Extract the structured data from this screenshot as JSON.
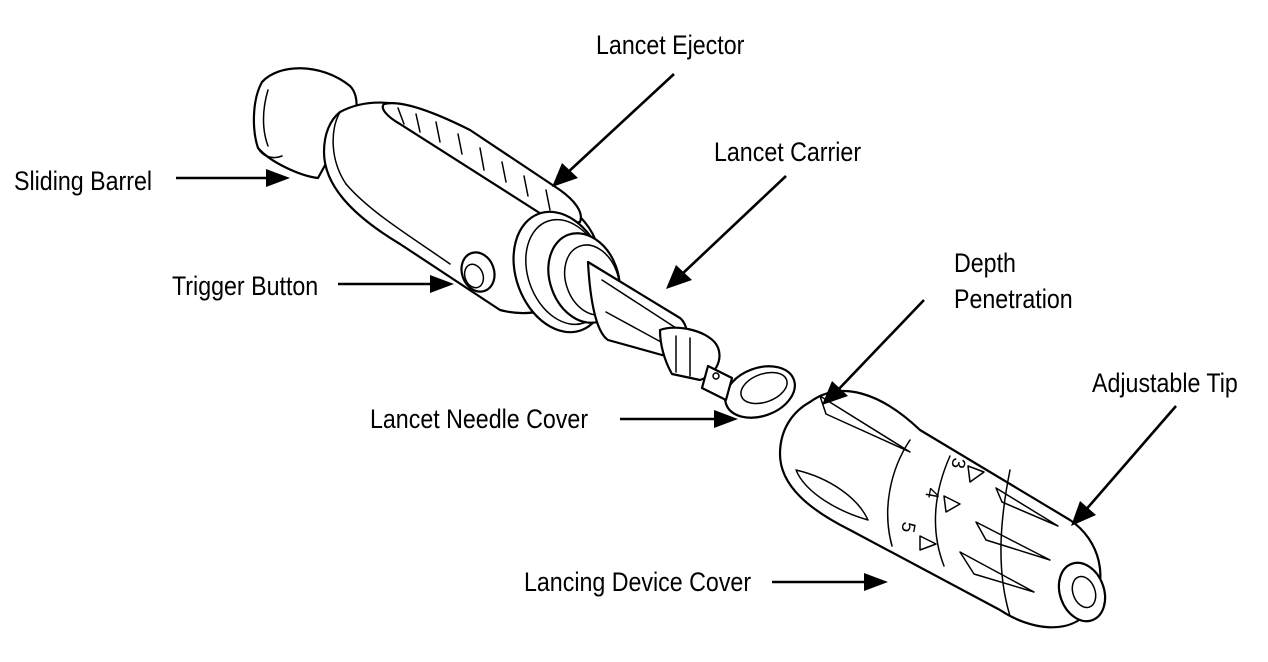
{
  "callouts": {
    "lancet_ejector": "Lancet Ejector",
    "lancet_carrier": "Lancet Carrier",
    "sliding_barrel": "Sliding Barrel",
    "trigger_button": "Trigger Button",
    "depth_penetration_line1": "Depth",
    "depth_penetration_line2": "Penetration",
    "adjustable_tip": "Adjustable Tip",
    "lancet_needle_cover": "Lancet Needle Cover",
    "lancing_device_cover": "Lancing Device Cover"
  },
  "depth_dial": {
    "numbers": [
      "3",
      "4",
      "5"
    ]
  }
}
